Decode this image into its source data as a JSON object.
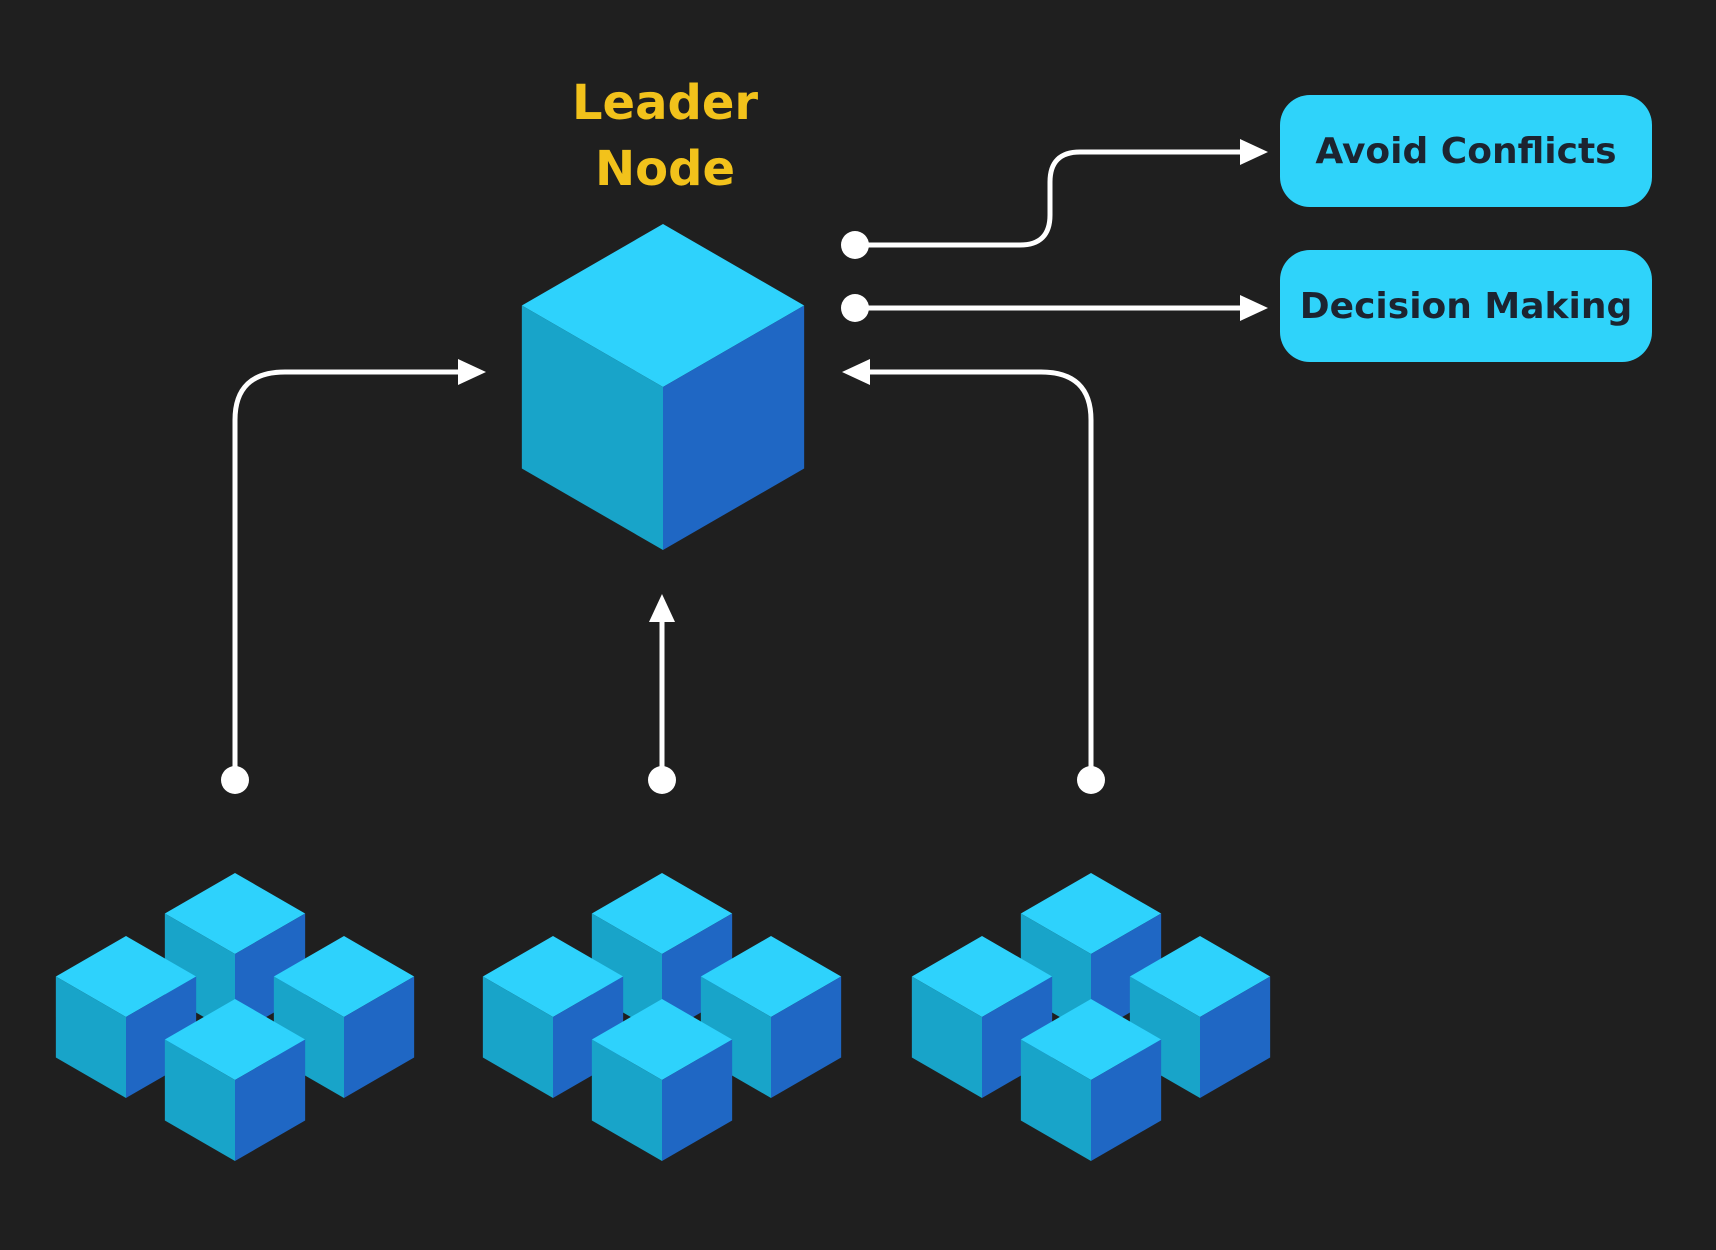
{
  "leader": {
    "title_line1": "Leader",
    "title_line2": "Node"
  },
  "outcomes": [
    {
      "label": "Avoid Conflicts"
    },
    {
      "label": "Decision Making"
    }
  ],
  "colors": {
    "background": "#1f1f1f",
    "title": "#f2c21b",
    "pill": "#2fd3fa",
    "pill_text": "#1c2430",
    "cube_top": "#2ed2fc",
    "cube_left": "#18a4c9",
    "cube_right": "#1f67c4",
    "arrow": "#ffffff"
  },
  "clusters": [
    {
      "name": "cluster-left",
      "cube_count": 4
    },
    {
      "name": "cluster-middle",
      "cube_count": 4
    },
    {
      "name": "cluster-right",
      "cube_count": 4
    }
  ]
}
